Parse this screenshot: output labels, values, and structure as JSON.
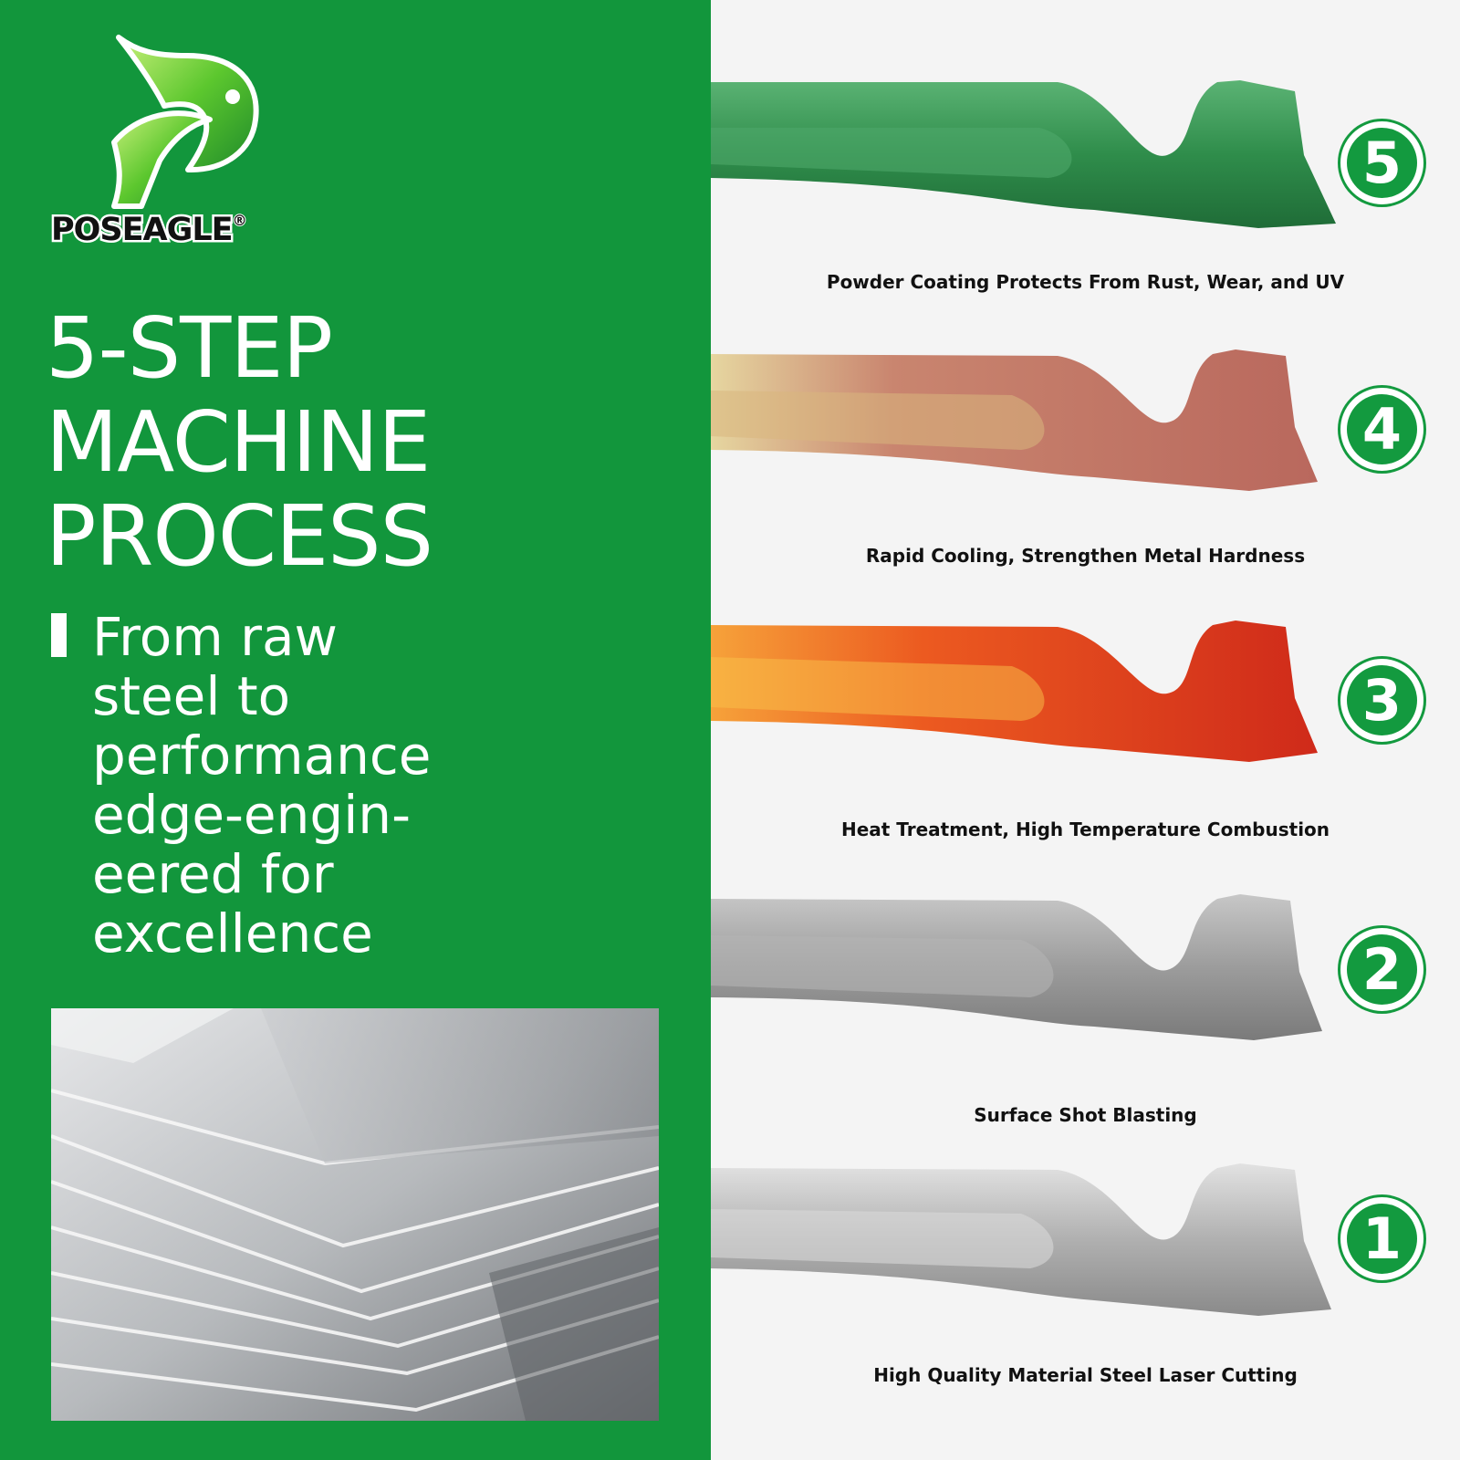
{
  "brand": {
    "name": "POSEAGLE",
    "registered": "®"
  },
  "headline": {
    "lines": [
      "5-STEP",
      "MACHINE",
      "PROCESS"
    ]
  },
  "subheadline": {
    "lines": [
      "From raw",
      "steel to",
      "performance",
      "edge-engin-",
      "eered for",
      "excellence"
    ]
  },
  "steps": [
    {
      "number": "5",
      "caption": "Powder Coating Protects From Rust, Wear, and UV",
      "color": "#3d9b5a"
    },
    {
      "number": "4",
      "caption": "Rapid Cooling, Strengthen Metal Hardness",
      "color": "#c07a6c"
    },
    {
      "number": "3",
      "caption": "Heat Treatment, High Temperature Combustion",
      "color": "#e0421c"
    },
    {
      "number": "2",
      "caption": "Surface Shot Blasting",
      "color": "#9a9a9a"
    },
    {
      "number": "1",
      "caption": "High Quality Material Steel Laser Cutting",
      "color": "#b3b3b3"
    }
  ],
  "colors": {
    "brand_green": "#12963c",
    "badge_green": "#139a3f",
    "panel_bg": "#f4f4f4"
  }
}
